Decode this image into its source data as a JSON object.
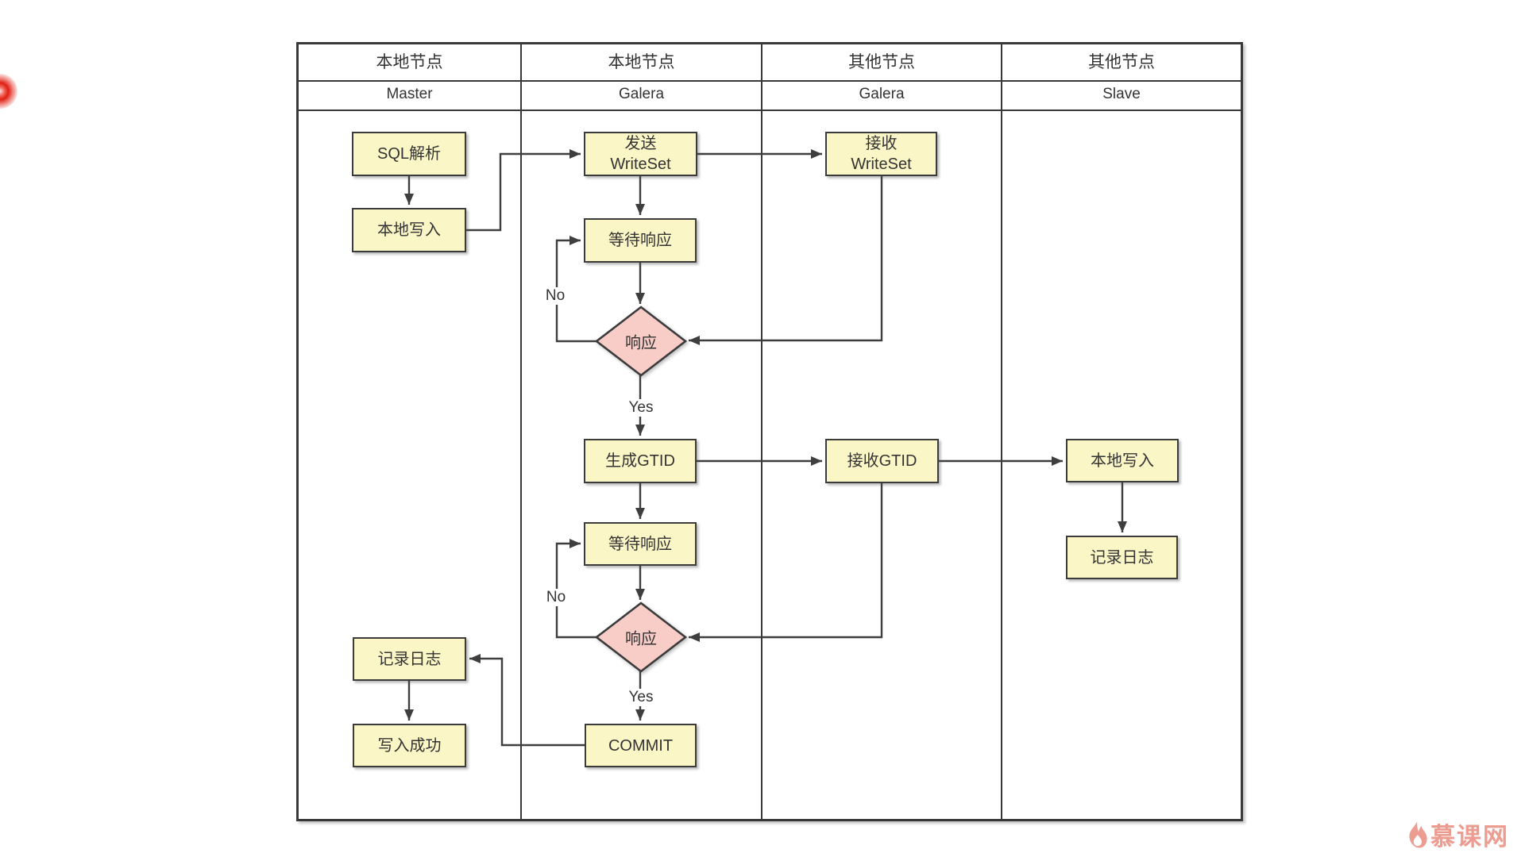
{
  "diagram": {
    "lanes": [
      {
        "group": "本地节点",
        "role": "Master"
      },
      {
        "group": "本地节点",
        "role": "Galera"
      },
      {
        "group": "其他节点",
        "role": "Galera"
      },
      {
        "group": "其他节点",
        "role": "Slave"
      }
    ],
    "nodes": {
      "sql_parse": "SQL解析",
      "local_write_1": "本地写入",
      "log_1": "记录日志",
      "write_success": "写入成功",
      "send_writeset": "发送\nWriteSet",
      "wait_1": "等待响应",
      "decision_1": "响应",
      "gen_gtid": "生成GTID",
      "wait_2": "等待响应",
      "decision_2": "响应",
      "commit": "COMMIT",
      "recv_writeset": "接收\nWriteSet",
      "recv_gtid": "接收GTID",
      "local_write_2": "本地写入",
      "log_2": "记录日志"
    },
    "edge_labels": {
      "no_1": "No",
      "yes_1": "Yes",
      "no_2": "No",
      "yes_2": "Yes"
    },
    "colors": {
      "process_fill": "#FAF6C6",
      "process_border": "#3B3B3B",
      "decision_fill": "#F8CCC7",
      "line": "#3E3E3E",
      "text": "#333333",
      "table_border": "#383838",
      "watermark": "#EC9C90"
    }
  },
  "watermark": {
    "text": "慕课网"
  }
}
